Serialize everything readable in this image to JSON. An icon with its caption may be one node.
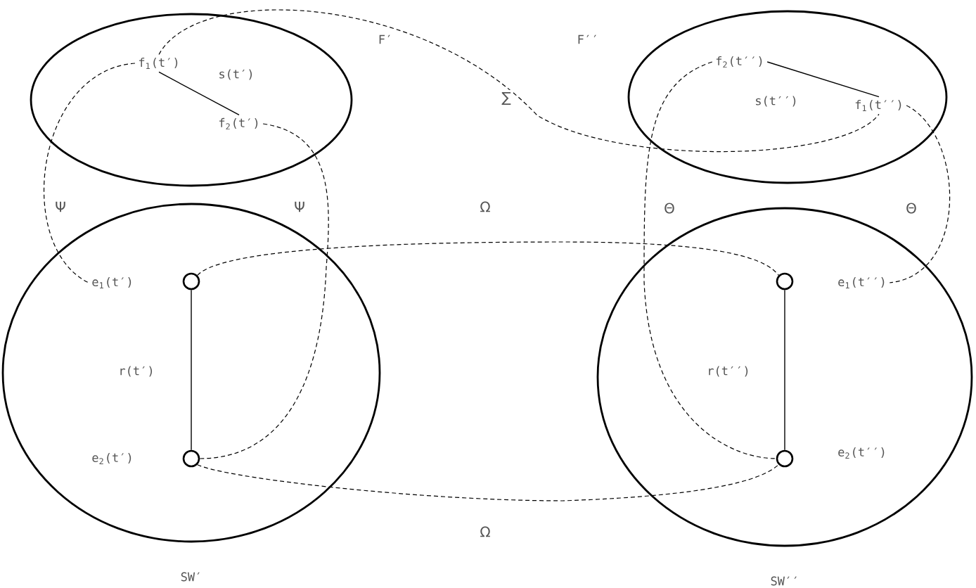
{
  "diagram": {
    "nodes": [
      {
        "text": [],
        "shape": "ellipse"
      },
      {
        "text": [
          "f$_{1}$(t′)"
        ],
        "in": 0
      },
      {
        "text": [
          "f$_{2}$(t′)"
        ],
        "in": 0
      },
      {
        "text": [],
        "shape": "ellipse"
      },
      {
        "text": [
          "f$_{2}$(t′′)"
        ],
        "in": 3
      },
      {
        "text": [
          "f$_{1}$(t′′)"
        ],
        "in": 3
      },
      {
        "text": [],
        "shape": "ellipse",
        "beside": [
          "SW′"
        ]
      },
      {
        "text": [
          "e$_{1}$(t′)"
        ],
        "in": 6
      },
      {
        "text": [],
        "shape": "circle",
        "in": 6
      },
      {
        "text": [
          "e$_{2}$(t′)"
        ],
        "in": 6
      },
      {
        "text": [],
        "shape": "circle",
        "in": 6
      },
      {
        "text": [],
        "shape": "ellipse",
        "beside": [
          "SW′′"
        ]
      },
      {
        "text": [],
        "shape": "circle",
        "in": 11
      },
      {
        "text": [
          "e$_{1}$(t′′)"
        ],
        "in": 11
      },
      {
        "text": [],
        "shape": "circle",
        "in": 11
      },
      {
        "text": [
          "e$_{2}$(t′′)"
        ],
        "in": 11
      }
    ],
    "edges": [
      {
        "from": 1,
        "to": 2,
        "arrow": "none",
        "label": "s(t′)"
      },
      {
        "from": 4,
        "to": 5,
        "arrow": "none",
        "label": "s(t′′)"
      },
      {
        "from": 8,
        "to": 10,
        "arrow": "none",
        "label": "r(t′)"
      },
      {
        "from": 12,
        "to": 14,
        "arrow": "none",
        "label": "r(t′′)"
      },
      {
        "from": 1,
        "to": 5,
        "arrow": "none",
        "label": "∑",
        "style": "dashed"
      },
      {
        "from": 1,
        "to": 7,
        "arrow": "none",
        "label": "Ψ",
        "style": "dashed"
      },
      {
        "from": 2,
        "to": 10,
        "arrow": "none",
        "label": "Ψ",
        "style": "dashed"
      },
      {
        "from": 4,
        "to": 14,
        "arrow": "none",
        "label": "Θ",
        "style": "dashed"
      },
      {
        "from": 5,
        "to": 13,
        "arrow": "none",
        "label": "Θ",
        "style": "dashed"
      },
      {
        "from": 8,
        "to": 12,
        "arrow": "none",
        "label": "Ω",
        "style": "dashed"
      },
      {
        "from": 10,
        "to": 14,
        "arrow": "none",
        "label": "Ω",
        "style": "dashed"
      }
    ],
    "labels": [
      "F′",
      "F′′"
    ]
  }
}
